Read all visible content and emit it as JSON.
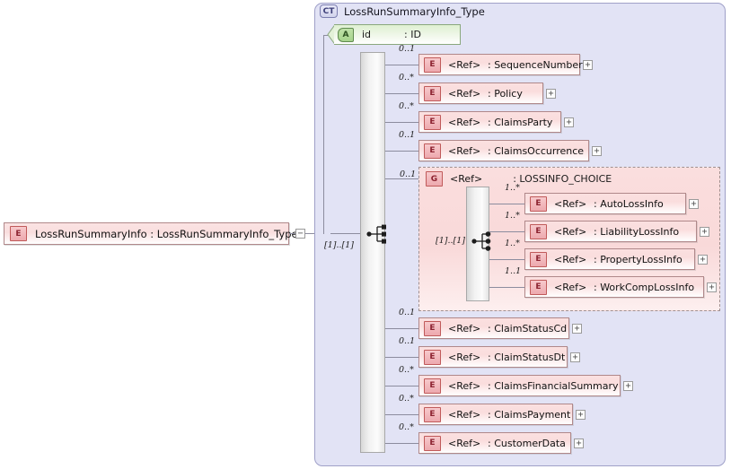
{
  "diagram": {
    "kind": "xsd-schema-diagram",
    "root_element": {
      "badge": "E",
      "label": "LossRunSummaryInfo : LossRunSummaryInfo_Type",
      "toggle": "−"
    },
    "complex_type": {
      "badge": "CT",
      "title": "LossRunSummaryInfo_Type"
    },
    "attribute": {
      "badge": "A",
      "name": "id",
      "type": ": ID"
    },
    "sequence": {
      "occurrence": "[1]..[1]"
    },
    "children": [
      {
        "cardinality": "0..1",
        "badge": "E",
        "ref": "<Ref>",
        "type": ": SequenceNumber",
        "border": "dashed",
        "expander": "+"
      },
      {
        "cardinality": "0..*",
        "badge": "E",
        "ref": "<Ref>",
        "type": ": Policy",
        "border": "solid",
        "expander": "+"
      },
      {
        "cardinality": "0..*",
        "badge": "E",
        "ref": "<Ref>",
        "type": ": ClaimsParty",
        "border": "dashed",
        "expander": "+"
      },
      {
        "cardinality": "0..1",
        "badge": "E",
        "ref": "<Ref>",
        "type": ": ClaimsOccurrence",
        "border": "dashed",
        "expander": "+"
      },
      {
        "cardinality": "0..1",
        "badge": "E",
        "ref": "<Ref>",
        "type": ": ClaimStatusCd",
        "border": "solid",
        "expander": "+"
      },
      {
        "cardinality": "0..1",
        "badge": "E",
        "ref": "<Ref>",
        "type": ": ClaimStatusDt",
        "border": "dashed",
        "expander": "+"
      },
      {
        "cardinality": "0..*",
        "badge": "E",
        "ref": "<Ref>",
        "type": ": ClaimsFinancialSummary",
        "border": "dashed",
        "expander": "+"
      },
      {
        "cardinality": "0..*",
        "badge": "E",
        "ref": "<Ref>",
        "type": ": ClaimsPayment",
        "border": "solid",
        "expander": "+"
      },
      {
        "cardinality": "0..*",
        "badge": "E",
        "ref": "<Ref>",
        "type": ": CustomerData",
        "border": "dashed",
        "expander": "+"
      }
    ],
    "group": {
      "cardinality": "0..1",
      "badge": "G",
      "ref": "<Ref>",
      "type": ": LOSSINFO_CHOICE",
      "choice": {
        "occurrence": "[1]..[1]"
      },
      "members": [
        {
          "cardinality": "1..*",
          "badge": "E",
          "ref": "<Ref>",
          "type": ": AutoLossInfo",
          "border": "solid",
          "expander": "+"
        },
        {
          "cardinality": "1..*",
          "badge": "E",
          "ref": "<Ref>",
          "type": ": LiabilityLossInfo",
          "border": "solid",
          "expander": "+"
        },
        {
          "cardinality": "1..*",
          "badge": "E",
          "ref": "<Ref>",
          "type": ": PropertyLossInfo",
          "border": "solid",
          "expander": "+"
        },
        {
          "cardinality": "1..1",
          "badge": "E",
          "ref": "<Ref>",
          "type": ": WorkCompLossInfo",
          "border": "solid",
          "expander": "+"
        }
      ]
    },
    "colors": {
      "element_fill": "#fadddd",
      "element_border": "#b0888a",
      "badge_fill": "#eda9ae",
      "badge_text": "#8c2230",
      "complextype_fill": "#e2e3f5",
      "complextype_border": "#9fa0c8",
      "attribute_fill": "#ebf5e3",
      "attribute_border": "#8aa87d",
      "group_fill": "#f9d9d9",
      "connector": "#8c8c9e"
    }
  }
}
